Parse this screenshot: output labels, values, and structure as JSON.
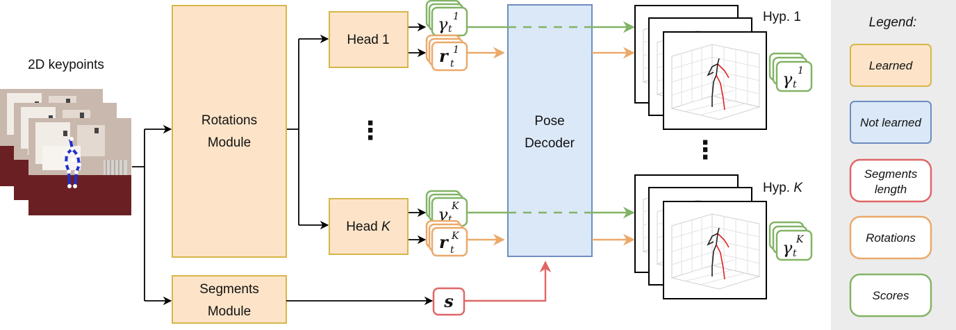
{
  "input": {
    "label": "2D keypoints"
  },
  "modules": {
    "rotations": {
      "line1": "Rotations",
      "line2": "Module"
    },
    "segments": {
      "line1": "Segments",
      "line2": "Module"
    },
    "decoder": {
      "line1": "Pose",
      "line2": "Decoder"
    }
  },
  "heads": {
    "head1": {
      "text": "Head 1"
    },
    "headK": {
      "text": "Head ",
      "k": "K"
    }
  },
  "ellipsis": "⋮",
  "math": {
    "gamma": "γ",
    "r": "r",
    "t": "t",
    "sup1": "1",
    "supK": "K",
    "s": "s"
  },
  "hypotheses": {
    "hyp1": {
      "text": "Hyp. 1"
    },
    "hypK": {
      "text": "Hyp. ",
      "k": "K"
    }
  },
  "legend": {
    "title": "Legend:",
    "items": [
      {
        "label": "Learned"
      },
      {
        "label": "Not learned"
      },
      {
        "label": "Segments",
        "label2": "length"
      },
      {
        "label": "Rotations"
      },
      {
        "label": "Scores"
      }
    ]
  },
  "colors": {
    "learned_fill": "#fde4c8",
    "learned_stroke": "#d6b64a",
    "not_learned_fill": "#dbe8f8",
    "not_learned_stroke": "#6c8ebf",
    "segments_stroke": "#e06666",
    "rotations_stroke": "#eaa96a",
    "scores_stroke": "#82b366",
    "legend_bg": "#ececec"
  }
}
